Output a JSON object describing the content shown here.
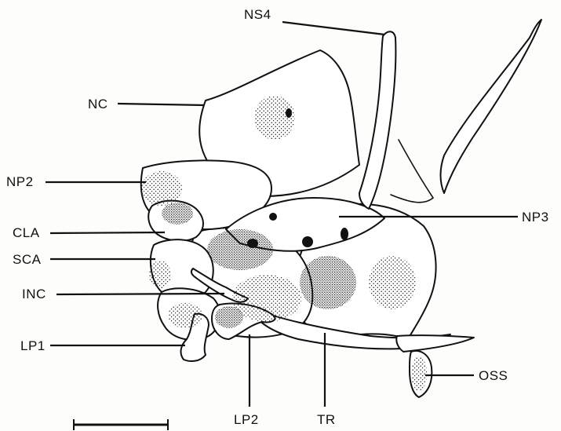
{
  "labels": {
    "ns4": "NS4",
    "nc": "NC",
    "np2": "NP2",
    "np3": "NP3",
    "cla": "CLA",
    "sca": "SCA",
    "inc": "INC",
    "lp1": "LP1",
    "lp2": "LP2",
    "tr": "TR",
    "oss": "OSS"
  }
}
